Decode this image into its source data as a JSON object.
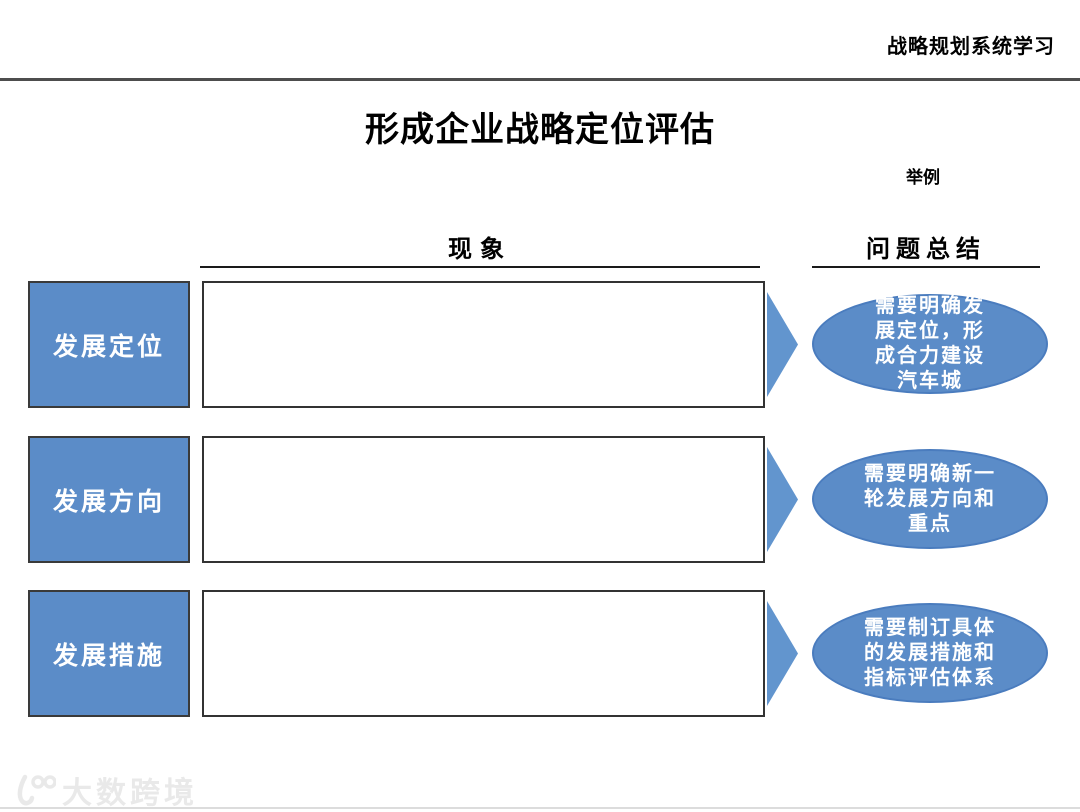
{
  "header": {
    "course_label": "战略规划系统学习"
  },
  "slide": {
    "title": "形成企业战略定位评估",
    "example_label": "举例",
    "columns": {
      "phenomenon": "现象",
      "summary": "问题总结"
    },
    "rows": [
      {
        "label": "发展定位",
        "phenomenon_content": "",
        "summary": "需要明确发展定位，形成合力建设汽车城"
      },
      {
        "label": "发展方向",
        "phenomenon_content": "",
        "summary": "需要明确新一轮发展方向和重点"
      },
      {
        "label": "发展措施",
        "phenomenon_content": "",
        "summary": "需要制订具体的发展措施和指标评估体系"
      }
    ]
  },
  "watermark": {
    "brand": "大数跨境",
    "logo": "100"
  },
  "colors": {
    "accent_blue": "#5b8cc8",
    "arrow_blue": "#6295ce",
    "ellipse_border": "#4a7cbe",
    "box_border": "#333333",
    "header_rule": "#4d4d4d",
    "watermark_gray": "#e9e9e9"
  }
}
